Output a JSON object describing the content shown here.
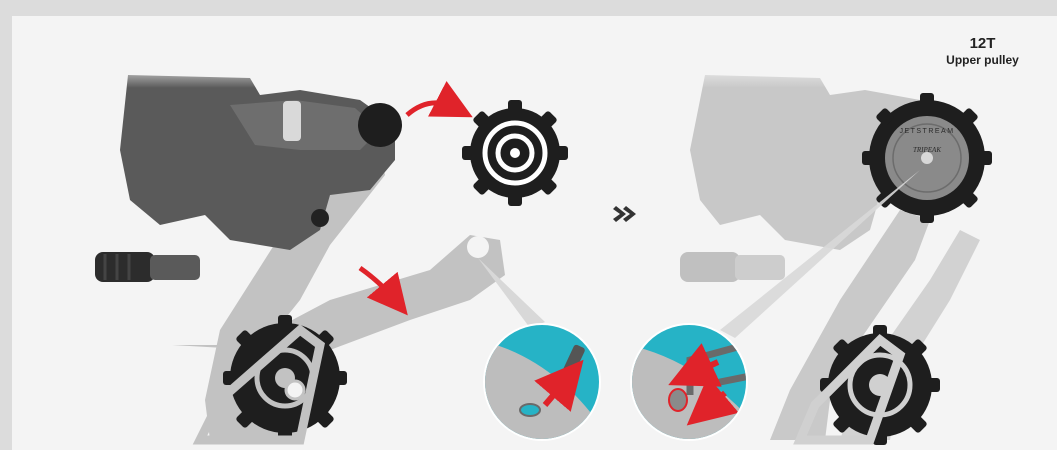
{
  "callout": {
    "teeth": "12T",
    "name": "Upper pulley"
  },
  "pulley_text": {
    "brand": "JETSTREAM",
    "model": "TRIPEAK"
  },
  "colors": {
    "background": "#dcdcdc",
    "panel": "#f4f4f4",
    "cage": "#bdbdbd",
    "body": "#5a5a5a",
    "pulley": "#1e1e1e",
    "arrow": "#e0232a",
    "detail_bg": "#26b3c6"
  },
  "icons": [
    "curved-arrow-icon",
    "double-chevron-right-icon",
    "straight-arrow-icon"
  ]
}
